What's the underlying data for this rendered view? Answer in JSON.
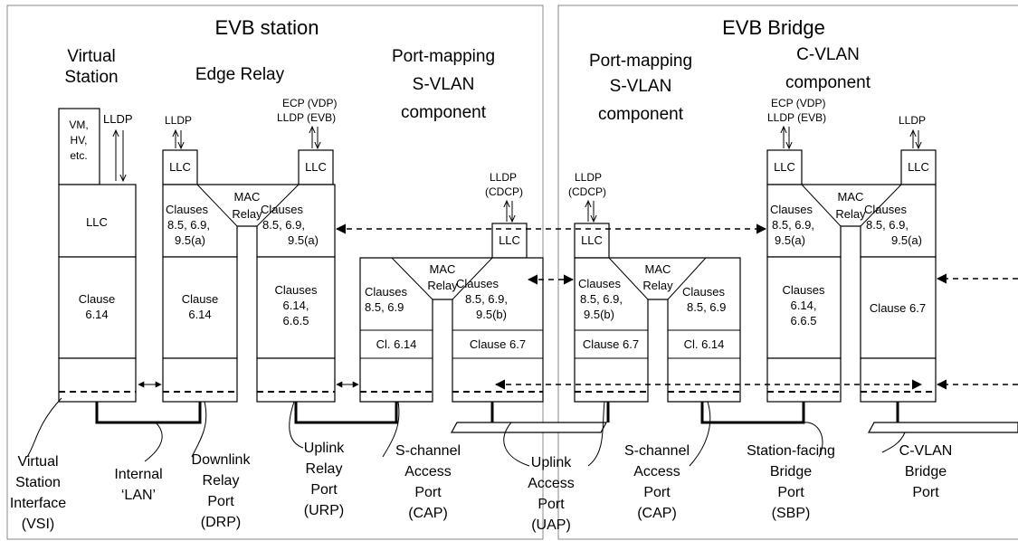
{
  "sections": {
    "station": "EVB station",
    "bridge": "EVB Bridge"
  },
  "headings": {
    "virtual_station": [
      "Virtual",
      "Station"
    ],
    "edge_relay": "Edge Relay",
    "pm_svlan_station": [
      "Port-mapping",
      "S-VLAN",
      "component"
    ],
    "pm_svlan_bridge": [
      "Port-mapping",
      "S-VLAN",
      "component"
    ],
    "cvlan": [
      "C-VLAN",
      "component"
    ]
  },
  "labels": {
    "vm": [
      "VM,",
      "HV,",
      "etc."
    ],
    "lldp": "LLDP",
    "llc": "LLC",
    "ecp_vdp": "ECP (VDP)",
    "lldp_evb": "LLDP (EVB)",
    "lldp_cdcp": [
      "LLDP",
      "(CDCP)"
    ],
    "mac_relay": [
      "MAC",
      "Relay"
    ],
    "clauses_869_95a": [
      "Clauses",
      "8.5, 6.9,",
      "9.5(a)"
    ],
    "clauses_869_95b": [
      "Clauses",
      "8.5, 6.9,",
      "9.5(b)"
    ],
    "clauses_869": [
      "Clauses",
      "8.5, 6.9"
    ],
    "clause_614": [
      "Clause",
      "6.14"
    ],
    "clauses_614_665": [
      "Clauses",
      "6.14,",
      "6.6.5"
    ],
    "cl_614": "Cl. 6.14",
    "clause_67": "Clause 6.7"
  },
  "bottom_labels": {
    "vsi": [
      "Virtual",
      "Station",
      "Interface",
      "(VSI)"
    ],
    "internal_lan": [
      "Internal",
      "‘LAN’"
    ],
    "drp": [
      "Downlink",
      "Relay",
      "Port",
      "(DRP)"
    ],
    "urp": [
      "Uplink",
      "Relay",
      "Port",
      "(URP)"
    ],
    "cap_station": [
      "S-channel",
      "Access",
      "Port",
      "(CAP)"
    ],
    "uap": [
      "Uplink",
      "Access",
      "Port",
      "(UAP)"
    ],
    "cap_bridge": [
      "S-channel",
      "Access",
      "Port",
      "(CAP)"
    ],
    "sbp": [
      "Station-facing",
      "Bridge",
      "Port",
      "(SBP)"
    ],
    "cvlan_port": [
      "C-VLAN",
      "Bridge",
      "Port"
    ]
  }
}
